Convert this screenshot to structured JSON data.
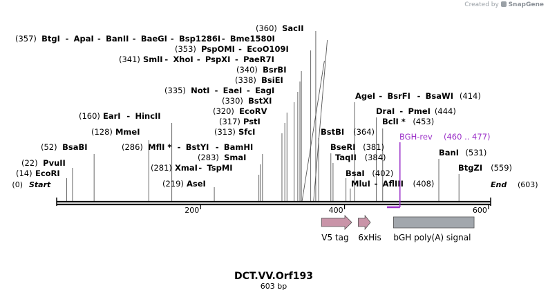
{
  "header": {
    "created_by": "Created by",
    "brand": "SnapGene",
    "brand_icon": "snapgene-logo-icon"
  },
  "plasmid": {
    "name": "DCT.VV.Orf193",
    "length_label": "603 bp",
    "length": 603
  },
  "colors": {
    "backbone": "#000000",
    "feature_pink": "#c994a8",
    "feature_gray": "#a2a7ad",
    "primer": "#9b30c8",
    "text": "#000000"
  },
  "ticks": [
    {
      "pos": 200,
      "label": "200"
    },
    {
      "pos": 400,
      "label": "400"
    },
    {
      "pos": 600,
      "label": "600"
    }
  ],
  "ends": {
    "start": {
      "num": "(0)",
      "label": "Start"
    },
    "end": {
      "num": "(603)",
      "label": "End"
    }
  },
  "site_rows": [
    {
      "side": "left",
      "num": "(357)",
      "names": [
        "BtgI",
        "ApaI",
        "BanII",
        "BaeGI",
        "Bsp1286I",
        "Bme1580I"
      ],
      "cut": 357,
      "line_to": 376
    },
    {
      "side": "left",
      "num": "(341)",
      "names": [
        "SmlI",
        "XhoI",
        "PspXI",
        "PaeR7I"
      ],
      "cut": 341,
      "line_to": 372
    },
    {
      "side": "left",
      "num": "(360)",
      "names": [
        "SacII"
      ],
      "cut": 360
    },
    {
      "side": "left",
      "num": "(353)",
      "names": [
        "PspOMI",
        "EcoO109I"
      ],
      "cut": 353
    },
    {
      "side": "left",
      "num": "(340)",
      "names": [
        "BsrBI"
      ],
      "cut": 340
    },
    {
      "side": "left",
      "num": "(338)",
      "names": [
        "BsiEI"
      ],
      "cut": 338
    },
    {
      "side": "left",
      "num": "(335)",
      "names": [
        "NotI",
        "EaeI",
        "EagI"
      ],
      "cut": 335
    },
    {
      "side": "left",
      "num": "(330)",
      "names": [
        "BstXI"
      ],
      "cut": 330
    },
    {
      "side": "left",
      "num": "(320)",
      "names": [
        "EcoRV"
      ],
      "cut": 320
    },
    {
      "side": "left",
      "num": "(317)",
      "names": [
        "PstI"
      ],
      "cut": 317
    },
    {
      "side": "left",
      "num": "(313)",
      "names": [
        "SfcI"
      ],
      "cut": 313
    },
    {
      "side": "left",
      "num": "(160)",
      "names": [
        "EarI",
        "HincII"
      ],
      "cut": 160
    },
    {
      "side": "left",
      "num": "(128)",
      "names": [
        "MmeI"
      ],
      "cut": 128
    },
    {
      "side": "left",
      "num": "(52)",
      "names": [
        "BsaBI"
      ],
      "cut": 52
    },
    {
      "side": "left",
      "num": "(286)",
      "names": [
        "MflI *",
        "BstYI",
        "BamHI"
      ],
      "cut": 286
    },
    {
      "side": "left",
      "num": "(283)",
      "names": [
        "SmaI"
      ],
      "cut": 283
    },
    {
      "side": "left",
      "num": "(281)",
      "names": [
        "XmaI",
        "TspMI"
      ],
      "cut": 281
    },
    {
      "side": "left",
      "num": "(22)",
      "names": [
        "PvuII"
      ],
      "cut": 22
    },
    {
      "side": "left",
      "num": "(14)",
      "names": [
        "EcoRI"
      ],
      "cut": 14
    },
    {
      "side": "left",
      "num": "(219)",
      "names": [
        "AseI"
      ],
      "cut": 219
    },
    {
      "side": "right",
      "num": "(414)",
      "names": [
        "AgeI",
        "BsrFI",
        "BsaWI"
      ],
      "cut": 414
    },
    {
      "side": "right",
      "num": "(444)",
      "names": [
        "DraI",
        "PmeI"
      ],
      "cut": 444
    },
    {
      "side": "right",
      "num": "(453)",
      "names": [
        "BclI *"
      ],
      "cut": 453
    },
    {
      "side": "right",
      "num": "(364)",
      "names": [
        "BstBI"
      ],
      "cut": 364
    },
    {
      "side": "right",
      "num": "(381)",
      "names": [
        "BseRI"
      ],
      "cut": 381
    },
    {
      "side": "right",
      "num": "(384)",
      "names": [
        "TaqII"
      ],
      "cut": 384
    },
    {
      "side": "right",
      "num": "(402)",
      "names": [
        "BsaI"
      ],
      "cut": 402
    },
    {
      "side": "right",
      "num": "(408)",
      "names": [
        "MluI",
        "AflIII"
      ],
      "cut": 408
    },
    {
      "side": "right",
      "num": "(531)",
      "names": [
        "BanI"
      ],
      "cut": 531
    },
    {
      "side": "right",
      "num": "(559)",
      "names": [
        "BtgZI"
      ],
      "cut": 559
    }
  ],
  "primer": {
    "name": "BGH-rev",
    "range": "(460 .. 477)",
    "start": 460,
    "end": 477
  },
  "features": [
    {
      "name": "V5 tag",
      "start": 368,
      "end": 410,
      "shape": "arrow",
      "color": "#c994a8"
    },
    {
      "name": "6xHis",
      "start": 419,
      "end": 436,
      "shape": "arrow",
      "color": "#c994a8"
    },
    {
      "name": "bGH poly(A) signal",
      "start": 468,
      "end": 580,
      "shape": "box",
      "color": "#a2a7ad"
    }
  ]
}
